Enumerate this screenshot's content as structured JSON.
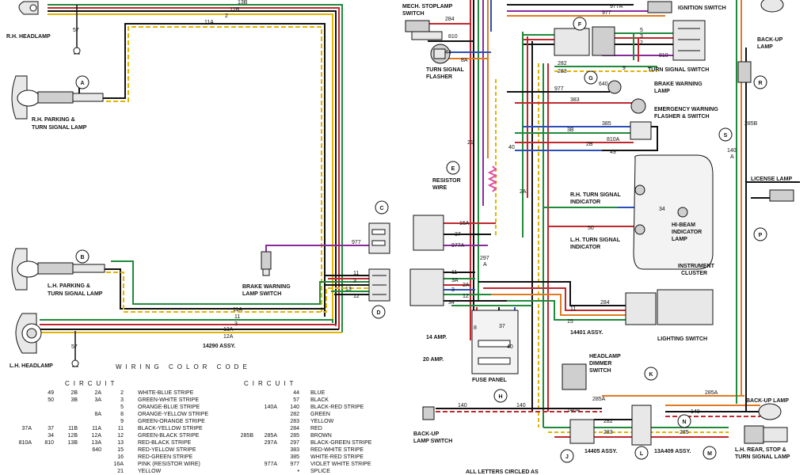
{
  "wire_colors": {
    "black": "#111111",
    "green": "#1f8a3a",
    "red": "#c0282e",
    "yellow": "#e2b400",
    "blue": "#2a4fb8",
    "purple": "#8a2a9a",
    "orange": "#e07a20",
    "white": "#cccccc"
  },
  "components": {
    "rh_headlamp": "R.H. HEADLAMP",
    "rh_parking": "R.H. PARKING &",
    "rh_parking2": "TURN SIGNAL LAMP",
    "lh_parking": "L.H. PARKING &",
    "lh_parking2": "TURN SIGNAL LAMP",
    "lh_headlamp": "L.H. HEADLAMP",
    "brake_switch": "BRAKE WARNING",
    "brake_switch2": "LAMP SWITCH",
    "assy_14290": "14290 ASSY.",
    "mech_stoplamp": "MECH. STOPLAMP",
    "mech_stoplamp2": "SWITCH",
    "turn_flasher": "TURN SIGNAL",
    "turn_flasher2": "FLASHER",
    "ignition_switch": "IGNITION SWITCH",
    "turn_switch": "TURN SIGNAL SWITCH",
    "backup_lamp_top": "BACK-UP",
    "backup_lamp_top2": "LAMP",
    "brake_lamp": "BRAKE WARNING",
    "brake_lamp2": "LAMP",
    "emerg": "EMERGENCY WARNING",
    "emerg2": "FLASHER & SWITCH",
    "resistor": "RESISTOR",
    "resistor2": "WIRE",
    "rh_indicator": "R.H. TURN SIGNAL",
    "rh_indicator2": "INDICATOR",
    "lh_indicator": "L.H. TURN SIGNAL",
    "lh_indicator2": "INDICATOR",
    "hibeam": "HI-BEAM",
    "hibeam2": "INDICATOR",
    "hibeam3": "LAMP",
    "instrument": "INSTRUMENT",
    "instrument2": "CLUSTER",
    "license": "LICENSE LAMP",
    "amp14": "14 AMP.",
    "amp20": "20 AMP.",
    "fuse_panel": "FUSE PANEL",
    "assy_14401": "14401 ASSY.",
    "lighting_switch": "LIGHTING SWITCH",
    "dimmer": "HEADLAMP",
    "dimmer2": "DIMMER",
    "dimmer3": "SWITCH",
    "backup_switch": "BACK-UP",
    "backup_switch2": "LAMP SWITCH",
    "assy_14405": "14405 ASSY.",
    "assy_13a409": "13A409 ASSY.",
    "backup_lamp_bot": "BACK-UP LAMP",
    "lh_rear": "L.H. REAR, STOP &",
    "lh_rear2": "TURN SIGNAL LAMP",
    "letters_note": "ALL LETTERS CIRCLED AS"
  },
  "callouts": [
    "A",
    "B",
    "C",
    "D",
    "E",
    "F",
    "G",
    "H",
    "J",
    "K",
    "L",
    "M",
    "N",
    "P",
    "R",
    "S"
  ],
  "wire_labels": {
    "w13b": "13B",
    "w12b": "12B",
    "w2": "2",
    "w11a": "11A",
    "w57a": "57",
    "w977": "977",
    "w11": "11",
    "w3": "3",
    "w13": "13",
    "w12": "12",
    "w11a2": "11A",
    "w11b": "11",
    "w3b": "3",
    "w13a": "13A",
    "w12a": "12A",
    "w57b": "57",
    "w284": "284",
    "w810": "810",
    "w44": "44",
    "w8a": "8A",
    "w977a": "977A",
    "w977b": "977",
    "w5": "5",
    "w3c": "3",
    "w2c": "2",
    "w810b": "810",
    "w282": "282",
    "w283": "283",
    "w9": "9",
    "w640": "640",
    "w977c": "977",
    "w383": "383",
    "w385": "385",
    "w3bb": "3B",
    "w810a": "810A",
    "w2b": "2B",
    "w49": "49",
    "w40": "40",
    "w21": "21",
    "w2a": "2A",
    "w34": "34",
    "w50": "50",
    "w16a": "16A",
    "w37": "37",
    "w977d": "977A",
    "w297": "297",
    "w297a": "A",
    "w11c": "11",
    "w3a": "3A",
    "w2ab": "2A",
    "w3d": "3",
    "w12c": "12",
    "w34b": "34",
    "w8": "8",
    "w37b": "37",
    "w40b": "40",
    "w11d": "11",
    "w284b": "284",
    "w15": "15",
    "w285b": "285B",
    "w140a": "140",
    "w140b": "A",
    "w140": "140",
    "w140c": "140",
    "w140d": "140A",
    "w282b": "282",
    "w283b": "283",
    "w285a": "285A",
    "w285a2": "285A",
    "w140e": "140",
    "w285": "285"
  },
  "code_title": "WIRING COLOR CODE",
  "code_left_header": "CIRCUIT",
  "code_right_header": "CIRCUIT",
  "code_left": [
    {
      "c": [
        "49",
        "2B",
        "2A",
        "2"
      ],
      "color": "WHITE-BLUE STRIPE"
    },
    {
      "c": [
        "50",
        "3B",
        "3A",
        "3"
      ],
      "color": "GREEN-WHITE STRIPE"
    },
    {
      "c": [
        "",
        "",
        "",
        "5"
      ],
      "color": "ORANGE-BLUE STRIPE"
    },
    {
      "c": [
        "",
        "",
        "8A",
        "8"
      ],
      "color": "ORANGE-YELLOW STRIPE"
    },
    {
      "c": [
        "",
        "",
        "",
        "9"
      ],
      "color": "GREEN-ORANGE STRIPE"
    },
    {
      "c": [
        "37A",
        "37",
        "11B",
        "11A",
        "11"
      ],
      "color": "BLACK-YELLOW STRIPE"
    },
    {
      "c": [
        "",
        "34",
        "12B",
        "12A",
        "12"
      ],
      "color": "GREEN-BLACK STRIPE"
    },
    {
      "c": [
        "810A",
        "810",
        "13B",
        "13A",
        "13"
      ],
      "color": "RED-BLACK STRIPE"
    },
    {
      "c": [
        "",
        "",
        "",
        "640",
        "15"
      ],
      "color": "RED-YELLOW STRIPE"
    },
    {
      "c": [
        "",
        "",
        "",
        "",
        "16"
      ],
      "color": "RED-GREEN STRIPE"
    },
    {
      "c": [
        "",
        "",
        "",
        "",
        "16A"
      ],
      "color": "PINK (RESISTOR WIRE)"
    },
    {
      "c": [
        "",
        "",
        "",
        "",
        "21"
      ],
      "color": "YELLOW"
    }
  ],
  "code_right": [
    {
      "c": [
        "",
        "",
        "44"
      ],
      "color": "BLUE"
    },
    {
      "c": [
        "",
        "",
        "57"
      ],
      "color": "BLACK"
    },
    {
      "c": [
        "",
        "140A",
        "140"
      ],
      "color": "BLACK-RED STRIPE"
    },
    {
      "c": [
        "",
        "",
        "282"
      ],
      "color": "GREEN"
    },
    {
      "c": [
        "",
        "",
        "283"
      ],
      "color": "YELLOW"
    },
    {
      "c": [
        "",
        "",
        "284"
      ],
      "color": "RED"
    },
    {
      "c": [
        "285B",
        "285A",
        "285"
      ],
      "color": "BROWN"
    },
    {
      "c": [
        "",
        "297A",
        "297"
      ],
      "color": "BLACK-GREEN STRIPE"
    },
    {
      "c": [
        "",
        "",
        "383"
      ],
      "color": "RED-WHITE STRIPE"
    },
    {
      "c": [
        "",
        "",
        "385"
      ],
      "color": "WHITE-RED STRIPE"
    },
    {
      "c": [
        "",
        "977A",
        "977"
      ],
      "color": "VIOLET WHITE STRIPE"
    },
    {
      "c": [
        "",
        "",
        "•"
      ],
      "color": "SPLICE"
    }
  ]
}
